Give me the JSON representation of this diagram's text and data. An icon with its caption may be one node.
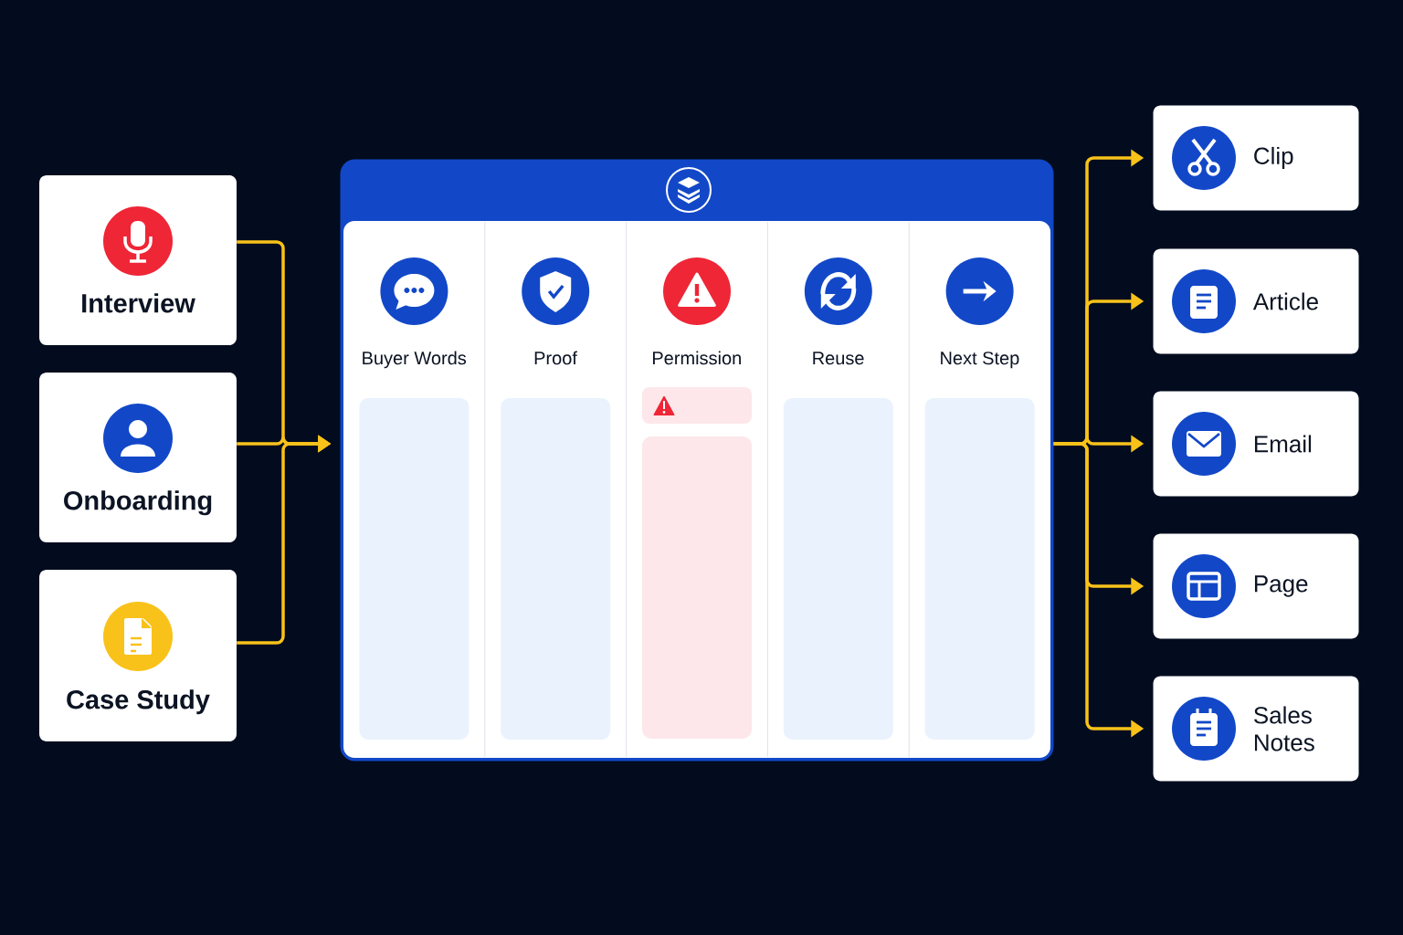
{
  "diagram": {
    "nodes": [
      {
        "text": [
          "Interview"
        ]
      },
      {
        "text": [
          "Onboarding"
        ]
      },
      {
        "text": [
          "Case Study"
        ]
      },
      {
        "text": [],
        "shape": "box"
      },
      {
        "text": [
          "Buyer Words"
        ],
        "in": 3
      },
      {
        "text": [
          "Proof"
        ],
        "in": 3
      },
      {
        "text": [
          "Permission"
        ],
        "in": 3
      },
      {
        "text": [
          "Reuse"
        ],
        "in": 3
      },
      {
        "text": [
          "Next Step"
        ],
        "in": 3
      },
      {
        "text": [
          "Clip"
        ]
      },
      {
        "text": [
          "Article"
        ]
      },
      {
        "text": [
          "Email"
        ]
      },
      {
        "text": [
          "Page"
        ]
      },
      {
        "text": [
          "Sales Notes"
        ]
      }
    ],
    "edges": [
      {
        "from": 0,
        "to": 3,
        "arrow": "to"
      },
      {
        "from": 1,
        "to": 3,
        "arrow": "to"
      },
      {
        "from": 2,
        "to": 3,
        "arrow": "to"
      },
      {
        "from": 3,
        "to": 9,
        "arrow": "to"
      },
      {
        "from": 3,
        "to": 10,
        "arrow": "to"
      },
      {
        "from": 3,
        "to": 11,
        "arrow": "to"
      },
      {
        "from": 3,
        "to": 12,
        "arrow": "to"
      },
      {
        "from": 3,
        "to": 13,
        "arrow": "to"
      }
    ]
  }
}
